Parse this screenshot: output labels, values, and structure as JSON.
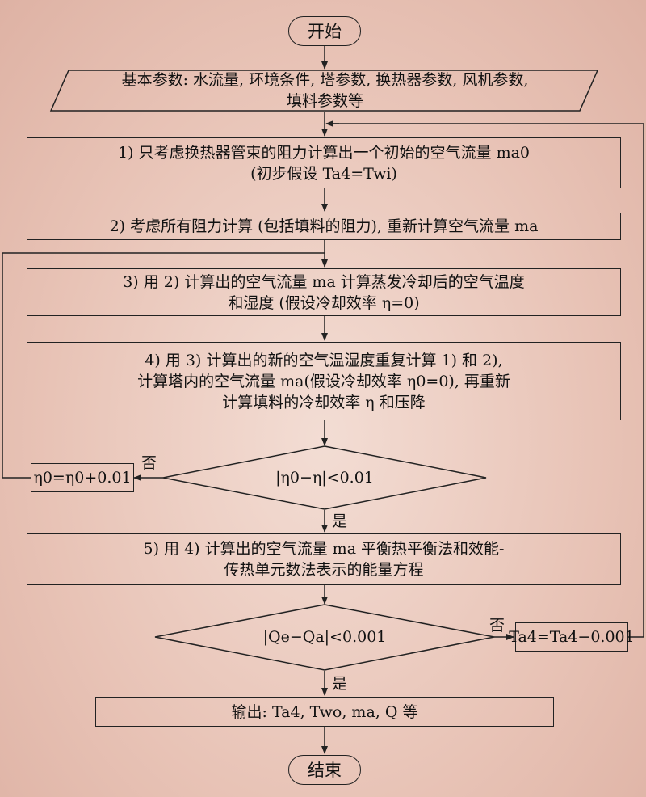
{
  "flowchart": {
    "start": "开始",
    "input": "基本参数: 水流量, 环境条件, 塔参数, 换热器参数, 风机参数,\n填料参数等",
    "step1": "1) 只考虑换热器管束的阻力计算出一个初始的空气流量 ma0\n(初步假设 Ta4=Twi)",
    "step2": "2) 考虑所有阻力计算 (包括填料的阻力), 重新计算空气流量 ma",
    "step3": "3) 用 2) 计算出的空气流量 ma 计算蒸发冷却后的空气温度\n和湿度 (假设冷却效率 η=0)",
    "step4": "4) 用 3) 计算出的新的空气温湿度重复计算 1) 和 2),\n计算塔内的空气流量 ma(假设冷却效率 η0=0), 再重新\n计算填料的冷却效率 η 和压降",
    "decision1": "|η0−η|<0.01",
    "update_eta": "η0=η0+0.01",
    "step5": "5) 用 4) 计算出的空气流量 ma 平衡热平衡法和效能-\n传热单元数法表示的能量方程",
    "decision2": "|Qe−Qa|<0.001",
    "update_t": "Ta4=Ta4−0.001",
    "output": "输出: Ta4, Two, ma, Q 等",
    "end": "结束",
    "yes_label": "是",
    "no_label": "否"
  }
}
